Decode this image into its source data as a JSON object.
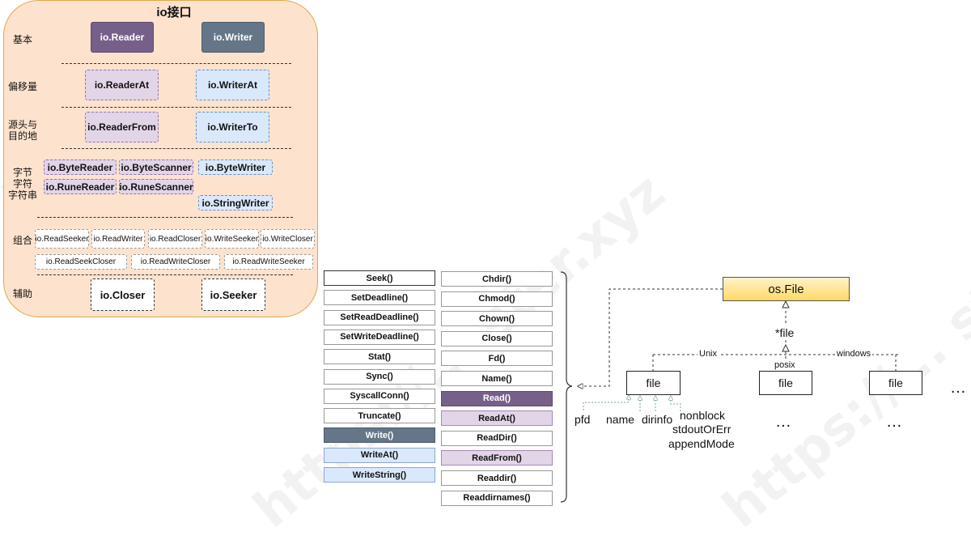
{
  "watermark": {
    "text": "https://... ster.xyz"
  },
  "io_panel": {
    "title": "io接口",
    "rows": {
      "basic": "基本",
      "offset": "偏移量",
      "source_dest_1": "源头与",
      "source_dest_2": "目的地",
      "byte_1": "字节",
      "byte_2": "字符",
      "byte_3": "字符串",
      "combo": "组合",
      "aux": "辅助"
    },
    "boxes": {
      "reader": "io.Reader",
      "writer": "io.Writer",
      "reader_at": "io.ReaderAt",
      "writer_at": "io.WriterAt",
      "reader_from": "io.ReaderFrom",
      "writer_to": "io.WriterTo",
      "byte_reader": "io.ByteReader",
      "byte_scanner": "io.ByteScanner",
      "byte_writer": "io.ByteWriter",
      "rune_reader": "io.RuneReader",
      "rune_scanner": "io.RuneScanner",
      "string_writer": "io.StringWriter",
      "read_seeker": "io.ReadSeeker",
      "read_writer": "io.ReadWriter",
      "read_closer": "io.ReadCloser",
      "write_seeker": "io.WriteSeeker",
      "write_closer": "io.WriteCloser",
      "read_seek_closer": "io.ReadSeekCloser",
      "read_write_closer": "io.ReadWriteCloser",
      "read_write_seeker": "io.ReadWriteSeeker",
      "closer": "io.Closer",
      "seeker": "io.Seeker"
    }
  },
  "methods_left": [
    {
      "label": "Seek()",
      "style": "seek"
    },
    {
      "label": "SetDeadline()",
      "style": "plain"
    },
    {
      "label": "SetReadDeadline()",
      "style": "plain"
    },
    {
      "label": "SetWriteDeadline()",
      "style": "plain"
    },
    {
      "label": "Stat()",
      "style": "plain"
    },
    {
      "label": "Sync()",
      "style": "plain"
    },
    {
      "label": "SyscallConn()",
      "style": "plain"
    },
    {
      "label": "Truncate()",
      "style": "plain"
    },
    {
      "label": "Write()",
      "style": "write"
    },
    {
      "label": "WriteAt()",
      "style": "blue"
    },
    {
      "label": "WriteString()",
      "style": "blue"
    }
  ],
  "methods_right": [
    {
      "label": "Chdir()",
      "style": "plain"
    },
    {
      "label": "Chmod()",
      "style": "plain"
    },
    {
      "label": "Chown()",
      "style": "plain"
    },
    {
      "label": "Close()",
      "style": "plain"
    },
    {
      "label": "Fd()",
      "style": "plain"
    },
    {
      "label": "Name()",
      "style": "plain"
    },
    {
      "label": "Read()",
      "style": "read"
    },
    {
      "label": "ReadAt()",
      "style": "pur"
    },
    {
      "label": "ReadDir()",
      "style": "plain"
    },
    {
      "label": "ReadFrom()",
      "style": "pur"
    },
    {
      "label": "Readdir()",
      "style": "plain"
    },
    {
      "label": "Readdirnames()",
      "style": "plain"
    }
  ],
  "os_diagram": {
    "os_file": "os.File",
    "star_file": "*file",
    "unix": "Unix",
    "posix": "posix",
    "windows": "windows",
    "file_unix": "file",
    "file_posix": "file",
    "file_windows": "file",
    "fields": {
      "pfd": "pfd",
      "name": "name",
      "dirinfo": "dirinfo",
      "nonblock": "nonblock",
      "stdout_or_err": "stdoutOrErr",
      "append_mode": "appendMode"
    },
    "ellipsis_posix": "…",
    "ellipsis_windows": "…",
    "ellipsis_right": "…"
  }
}
